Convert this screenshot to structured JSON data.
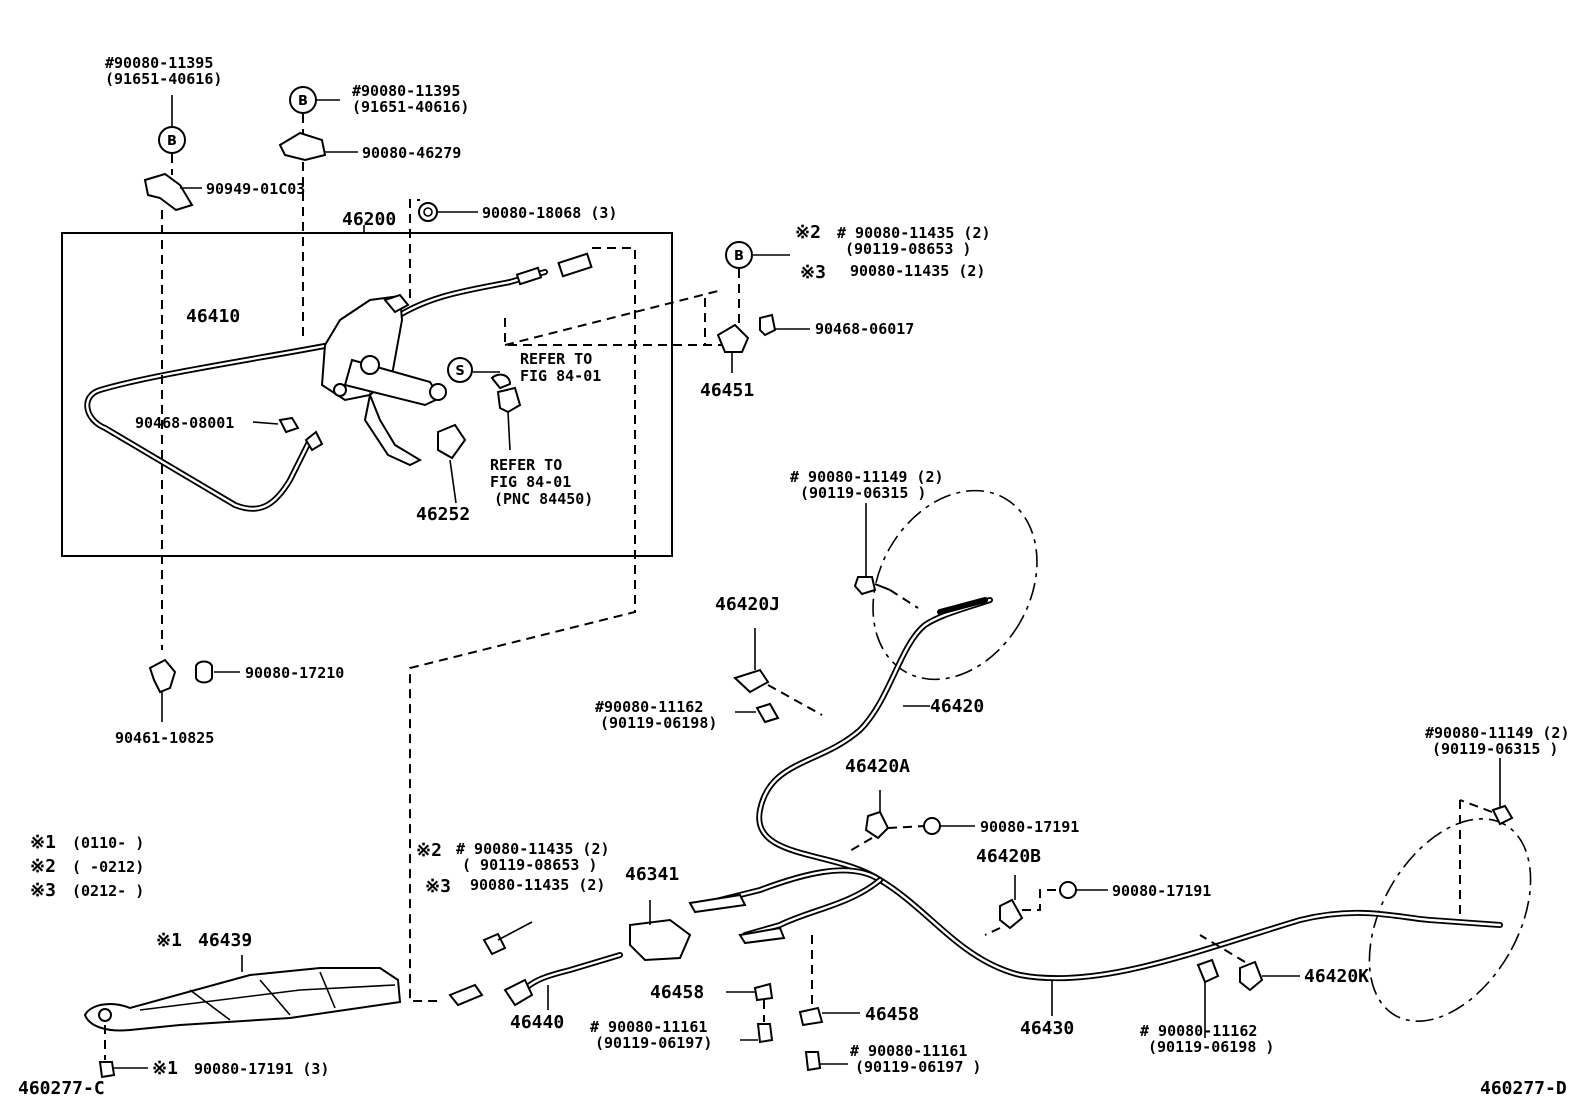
{
  "diagram_ids": {
    "left": "460277-C",
    "right": "460277-D"
  },
  "marks": {
    "b": "B",
    "s": "S"
  },
  "legend": [
    {
      "mark": "※1",
      "text": "(0110-      )"
    },
    {
      "mark": "※2",
      "text": "(      -0212)"
    },
    {
      "mark": "※3",
      "text": "(0212-      )"
    }
  ],
  "labels": {
    "bolt_b_top_left_1": "#90080-11395",
    "bolt_b_top_left_2": "(91651-40616)",
    "bolt_b_top_mid_1": "#90080-11395",
    "bolt_b_top_mid_2": "(91651-40616)",
    "p90080_46279": "90080-46279",
    "p90949_01c03": "90949-01C03",
    "p90080_18068": "90080-18068 (3)",
    "p46200": "46200",
    "p46410": "46410",
    "p90468_08001": "90468-08001",
    "refer_s_1": "REFER TO",
    "refer_s_2": "FIG 84-01",
    "refer_b_1": "REFER TO",
    "refer_b_2": "FIG 84-01",
    "refer_b_3": "(PNC 84450)",
    "p46252": "46252",
    "m2_right_a": "※2",
    "m2_right_a_num": "# 90080-11435 (2)",
    "m2_right_a_sub": "(90119-08653 )",
    "m3_right_a": "※3",
    "m3_right_a_num": "90080-11435 (2)",
    "p90468_06017": "90468-06017",
    "p46451": "46451",
    "p90080_11149_a_1": "# 90080-11149 (2)",
    "p90080_11149_a_2": "(90119-06315 )",
    "p90080_17210": "90080-17210",
    "p90461_10825": "90461-10825",
    "p46420j": "46420J",
    "p46420": "46420",
    "p90080_11162_a_1": "#90080-11162",
    "p90080_11162_a_2": "(90119-06198)",
    "p46420a": "46420A",
    "p90080_17191_a": "90080-17191",
    "p46420b": "46420B",
    "p90080_17191_b": "90080-17191",
    "p90080_11149_b_1": "#90080-11149 (2)",
    "p90080_11149_b_2": "(90119-06315 )",
    "m2_lower": "※2",
    "m2_lower_num": "# 90080-11435 (2)",
    "m2_lower_sub": "( 90119-08653 )",
    "m3_lower": "※3",
    "m3_lower_num": "90080-11435 (2)",
    "p46341": "46341",
    "p46439_mark": "※1",
    "p46439": "46439",
    "p46440": "46440",
    "p46458_a": "46458",
    "p46458_b": "46458",
    "p46430": "46430",
    "p46420k": "46420K",
    "p90080_11161_a_1": "# 90080-11161",
    "p90080_11161_a_2": "(90119-06197)",
    "p90080_11161_b_1": "# 90080-11161",
    "p90080_11161_b_2": "(90119-06197 )",
    "p90080_11162_b_1": "# 90080-11162",
    "p90080_11162_b_2": "(90119-06198 )",
    "p90080_17191_c_mark": "※1",
    "p90080_17191_c": "90080-17191 (3)"
  }
}
